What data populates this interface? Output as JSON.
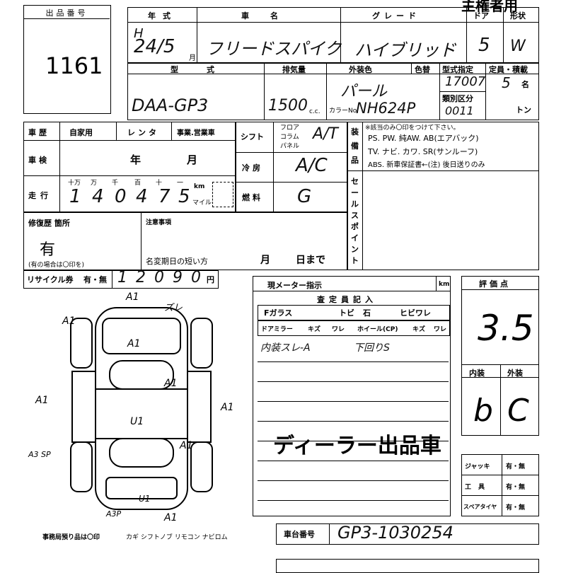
{
  "lot": {
    "label": "出品番号",
    "number": "1161"
  },
  "header": {
    "top_right": "主権者用"
  },
  "row1": {
    "year_label": "年式",
    "make_label": "車名",
    "grade_label": "グレード",
    "door_label": "ドア",
    "shape_label": "形状",
    "year_era": "H",
    "year_value": "24/5",
    "month_unit": "月",
    "make_value": "フリードスパイク",
    "grade_value": "ハイブリッド",
    "door_value": "5",
    "shape_value": "W"
  },
  "row2": {
    "model_label": "型式",
    "displacement_label": "排気量",
    "exterior_color_label": "外装色",
    "color_change_label": "色替",
    "type_designation_label": "型式指定",
    "category_label": "類別区分",
    "capacity_label": "定員・積載",
    "model_value": "DAA-GP3",
    "displacement_value": "1500",
    "displacement_unit": "c.c.",
    "color_value": "パール",
    "color_no_label": "カラーNo.",
    "color_no_value": "NH624P",
    "type_designation_value": "17007",
    "category_value": "0011",
    "capacity_value": "5",
    "capacity_unit": "名",
    "load_unit": "トン"
  },
  "history": {
    "label": "車歴",
    "options": "自家用",
    "rental": "レンタ",
    "business": "事業.営業車",
    "inspection_label": "車検",
    "year_unit": "年",
    "month_unit": "月",
    "mileage_label": "走行",
    "digit_headers": [
      "十万",
      "万",
      "千",
      "百",
      "十",
      "一"
    ],
    "mileage_digits": [
      "1",
      "4",
      "0",
      "4",
      "7",
      "5"
    ],
    "km": "km",
    "mile": "マイル"
  },
  "equipment": {
    "shift_label": "シフト",
    "shift_options": [
      "フロア",
      "コラム",
      "パネル"
    ],
    "shift_value": "A/T",
    "ac_label": "冷房",
    "ac_value": "A/C",
    "fuel_label": "燃料",
    "fuel_value": "G",
    "equip_label": "装備品",
    "equip_note": "※該当のみ〇印をつけて下さい。",
    "equip_line1": "PS. PW. 純AW. AB(エアバック)",
    "equip_line2": "TV. ナビ. カワ. SR(サンルーフ)",
    "equip_line3": "ABS. 新車保証書←(注) 後日送りのみ",
    "sales_point_label": "セールスポイント"
  },
  "repair": {
    "label": "修復歴 箇所",
    "value": "有",
    "note": "(有の場合は〇印を)",
    "notice_label": "注意事項",
    "short_label": "名変期日の短い方",
    "month": "月",
    "day": "日まで"
  },
  "recycle": {
    "label": "リサイクル券",
    "options": "有・無",
    "digits": [
      "1",
      "2",
      "0",
      "9",
      "0"
    ],
    "unit": "円"
  },
  "inspector": {
    "meter_label": "現メーター指示",
    "meter_unit": "km",
    "heading": "査定員記入",
    "fglass": "Fガラス",
    "tobi": "トビ",
    "ishi": "石",
    "hibiware": "ヒビワレ",
    "door_mirror": "ドアミラー",
    "kizu": "キズ",
    "ware": "ワレ",
    "wheel": "ホイール(CP)",
    "kizu2": "キズ",
    "ware2": "ワレ",
    "note1": "内装スレ-A",
    "note2": "下回りS",
    "dealer_stamp": "ディーラー出品車"
  },
  "grade": {
    "label": "評価点",
    "value": "3.5",
    "interior_label": "内装",
    "exterior_label": "外装",
    "interior_value": "b",
    "exterior_value": "C"
  },
  "accessories": [
    {
      "name": "ジャッキ",
      "options": "有・無"
    },
    {
      "name": "工具",
      "options": "有・無"
    },
    {
      "name": "スペアタイヤ",
      "options": "有・無"
    }
  ],
  "footer": {
    "office_note": "事務局預り品は〇印",
    "items": "カギ シフトノブ リモコン ナビロム",
    "chassis_label": "車台番号",
    "chassis_value": "GP3-1030254"
  },
  "diagram_marks": [
    "A1",
    "ズレ",
    "A1",
    "A1",
    "A1",
    "U1",
    "A1",
    "A1",
    "A1",
    "A3 SP",
    "A3P",
    "A1",
    "U1"
  ]
}
